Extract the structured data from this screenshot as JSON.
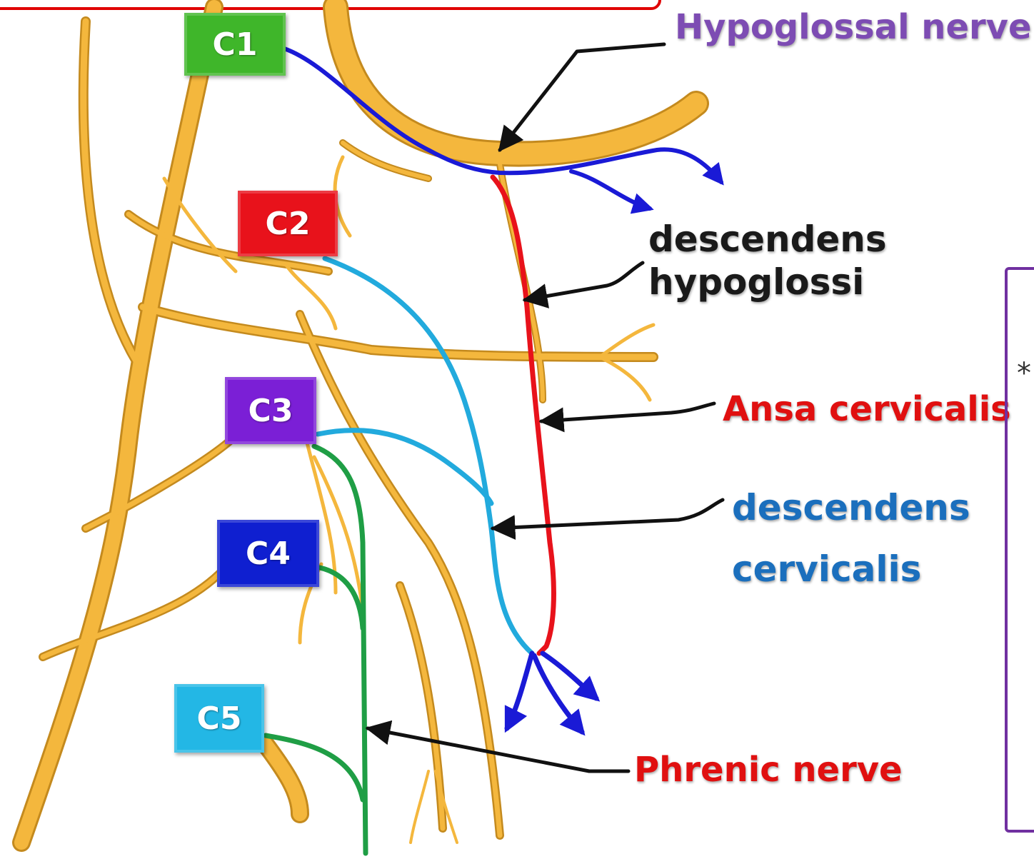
{
  "levels": [
    {
      "id": "c1",
      "label": "C1",
      "color": "#3fb62a"
    },
    {
      "id": "c2",
      "label": "C2",
      "color": "#e8121b"
    },
    {
      "id": "c3",
      "label": "C3",
      "color": "#7b1fd6"
    },
    {
      "id": "c4",
      "label": "C4",
      "color": "#0f1fd0"
    },
    {
      "id": "c5",
      "label": "C5",
      "color": "#23b7e5"
    }
  ],
  "labels": {
    "hypoglossal": {
      "text": "Hypoglossal  nerve",
      "color": "#7d4cb3"
    },
    "descendens_hypoglossi": {
      "line1": "descendens",
      "line2": "hypoglossi",
      "color": "#1a1a1a"
    },
    "ansa_cervicalis": {
      "text": "Ansa cervicalis",
      "color": "#e01010"
    },
    "descendens_cervicalis": {
      "line1": "descendens",
      "line2": "cervicalis",
      "color": "#1b6fbd"
    },
    "phrenic": {
      "text": "Phrenic nerve",
      "color": "#e01010"
    }
  },
  "colors": {
    "nerve": "#f4b73d",
    "nerve_outline": "#c48a1e",
    "hypoglossal_path": "#1a1ad6",
    "ansa_path": "#e8121b",
    "descendens_cervicalis_path": "#22aadd",
    "phrenic_path": "#1f9e45",
    "pointer": "#111111"
  }
}
